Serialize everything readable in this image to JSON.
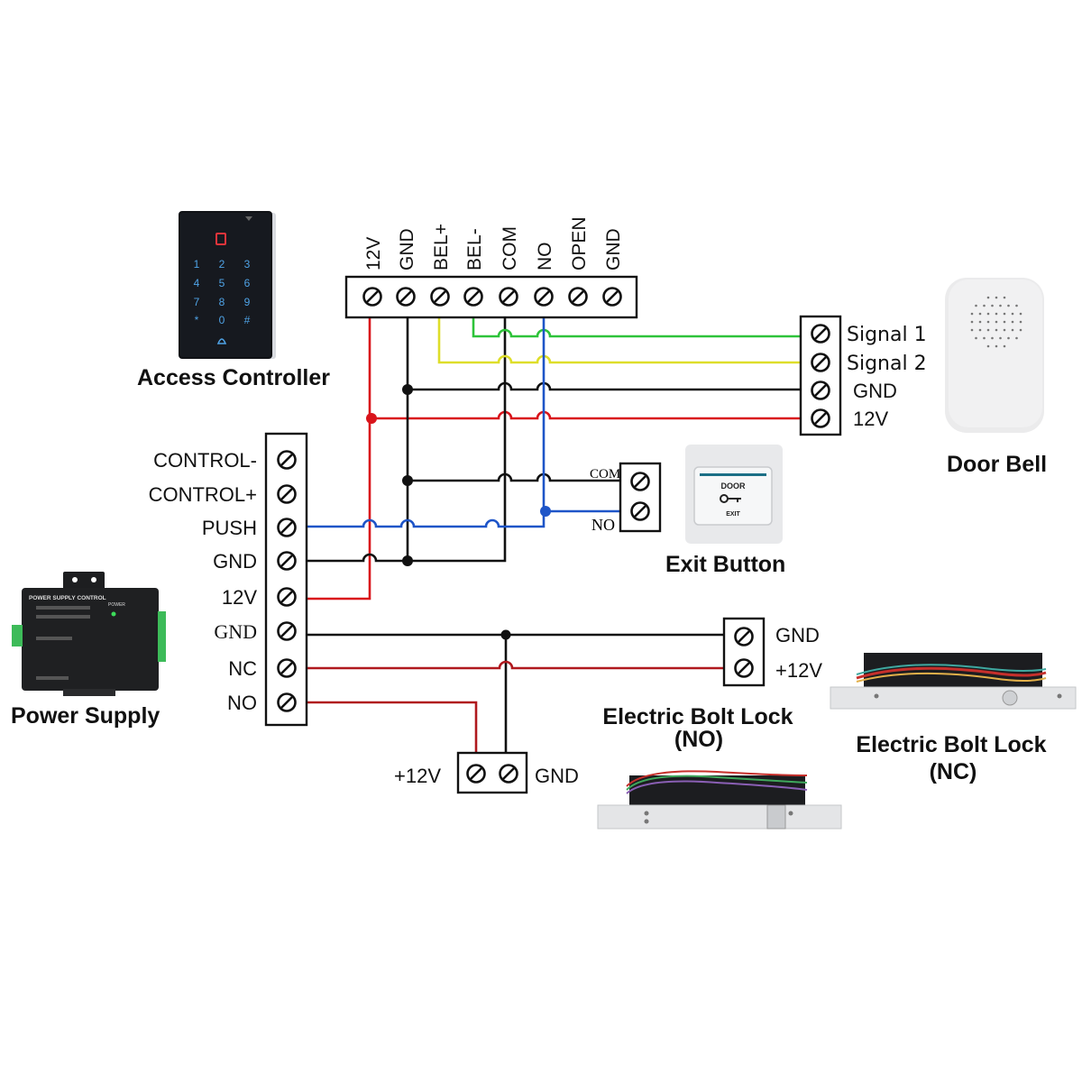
{
  "colors": {
    "red": "#d9141b",
    "dark_red": "#b0191e",
    "black": "#111111",
    "blue": "#1e55c8",
    "green": "#2ec33a",
    "yellow": "#dede2a"
  },
  "access_controller": {
    "title": "Access Controller",
    "terminals": [
      "12V",
      "GND",
      "BEL+",
      "BEL-",
      "COM",
      "NO",
      "OPEN",
      "GND"
    ],
    "keypad_keys": [
      "1",
      "2",
      "3",
      "4",
      "5",
      "6",
      "7",
      "8",
      "9",
      "*",
      "0",
      "#"
    ]
  },
  "door_bell": {
    "title": "Door Bell",
    "terminals": [
      "Signal 1",
      "Signal 2",
      "GND",
      "12V"
    ]
  },
  "exit_button": {
    "title": "Exit Button",
    "terminals": [
      "COM",
      "NO"
    ],
    "face_text_top": "DOOR",
    "face_text_bottom": "EXIT"
  },
  "power_supply": {
    "title": "Power Supply",
    "terminals": [
      "CONTROL-",
      "CONTROL+",
      "PUSH",
      "GND",
      "12V",
      "GND",
      "NC",
      "NO"
    ],
    "device_label": "POWER SUPPLY CONTROL",
    "device_power_label": "POWER"
  },
  "bolt_lock_no": {
    "title": "Electric Bolt Lock",
    "subtitle": "(NO)",
    "terminals": [
      "+12V",
      "GND"
    ]
  },
  "bolt_lock_nc": {
    "title": "Electric Bolt Lock",
    "subtitle": "(NC)",
    "terminals": [
      "GND",
      "+12V"
    ]
  }
}
